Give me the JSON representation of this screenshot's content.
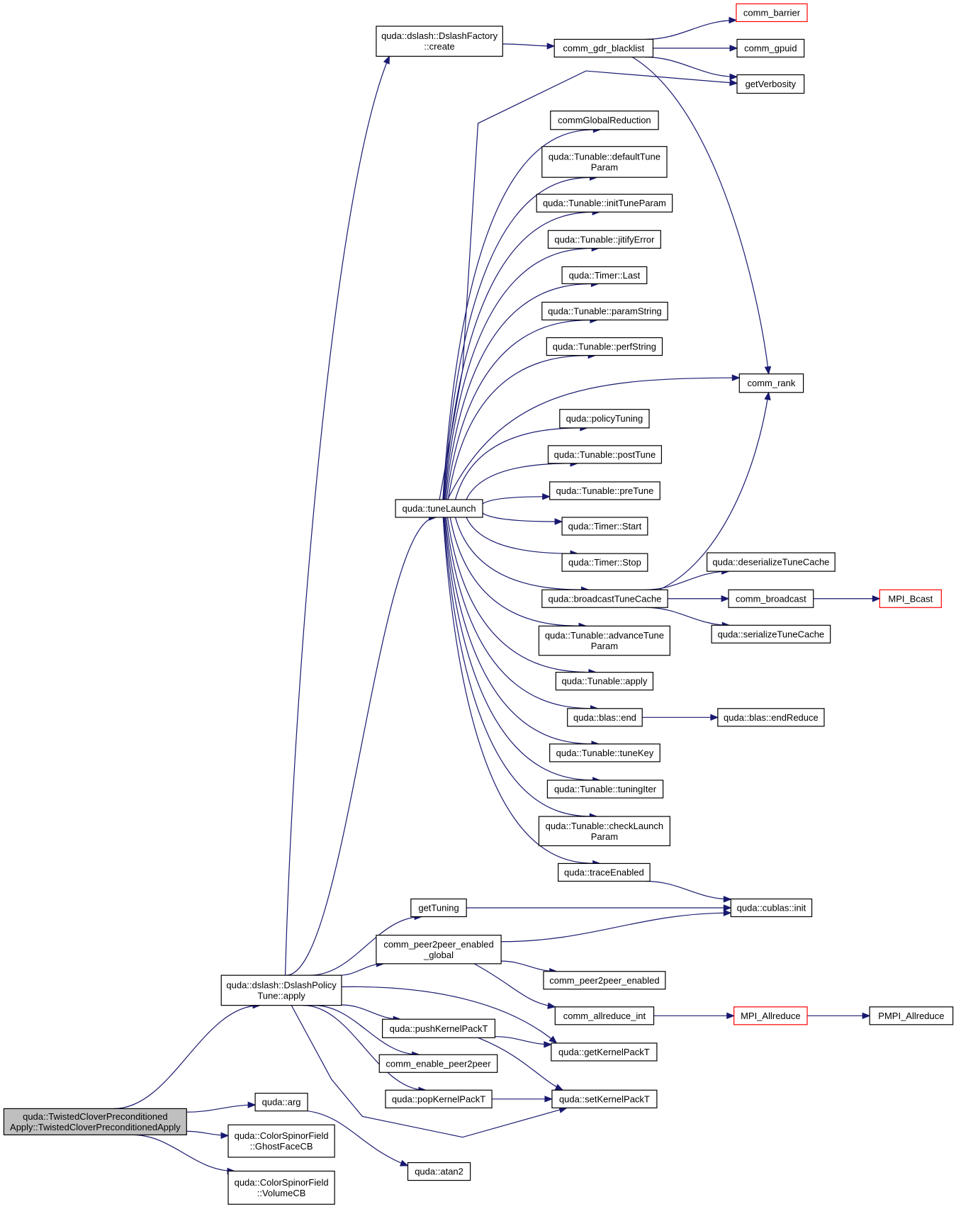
{
  "nodes": [
    {
      "id": "root",
      "lines": [
        "quda::TwistedCloverPreconditioned",
        "Apply::TwistedCloverPreconditionedApply"
      ],
      "style": "root"
    },
    {
      "id": "policy_apply",
      "lines": [
        "quda::dslash::DslashPolicy",
        "Tune::apply"
      ]
    },
    {
      "id": "arg",
      "lines": [
        "quda::arg"
      ]
    },
    {
      "id": "ghostface",
      "lines": [
        "quda::ColorSpinorField",
        "::GhostFaceCB"
      ]
    },
    {
      "id": "volumecb",
      "lines": [
        "quda::ColorSpinorField",
        "::VolumeCB"
      ]
    },
    {
      "id": "factory_create",
      "lines": [
        "quda::dslash::DslashFactory",
        "::create"
      ]
    },
    {
      "id": "tunelaunch",
      "lines": [
        "quda::tuneLaunch"
      ]
    },
    {
      "id": "gettuning",
      "lines": [
        "getTuning"
      ]
    },
    {
      "id": "p2p_global",
      "lines": [
        "comm_peer2peer_enabled",
        "_global"
      ]
    },
    {
      "id": "pushkernel",
      "lines": [
        "quda::pushKernelPackT"
      ]
    },
    {
      "id": "enable_p2p",
      "lines": [
        "comm_enable_peer2peer"
      ]
    },
    {
      "id": "popkernel",
      "lines": [
        "quda::popKernelPackT"
      ]
    },
    {
      "id": "atan2",
      "lines": [
        "quda::atan2"
      ]
    },
    {
      "id": "gdr_blacklist",
      "lines": [
        "comm_gdr_blacklist"
      ]
    },
    {
      "id": "comm_barrier",
      "lines": [
        "comm_barrier"
      ],
      "style": "red"
    },
    {
      "id": "comm_gpuid",
      "lines": [
        "comm_gpuid"
      ]
    },
    {
      "id": "getverbosity",
      "lines": [
        "getVerbosity"
      ]
    },
    {
      "id": "commglobalreduction",
      "lines": [
        "commGlobalReduction"
      ]
    },
    {
      "id": "defaulttune",
      "lines": [
        "quda::Tunable::defaultTune",
        "Param"
      ]
    },
    {
      "id": "inittune",
      "lines": [
        "quda::Tunable::initTuneParam"
      ]
    },
    {
      "id": "jitify",
      "lines": [
        "quda::Tunable::jitifyError"
      ]
    },
    {
      "id": "timer_last",
      "lines": [
        "quda::Timer::Last"
      ]
    },
    {
      "id": "paramstring",
      "lines": [
        "quda::Tunable::paramString"
      ]
    },
    {
      "id": "perfstring",
      "lines": [
        "quda::Tunable::perfString"
      ]
    },
    {
      "id": "comm_rank",
      "lines": [
        "comm_rank"
      ]
    },
    {
      "id": "policytuning",
      "lines": [
        "quda::policyTuning"
      ]
    },
    {
      "id": "posttune",
      "lines": [
        "quda::Tunable::postTune"
      ]
    },
    {
      "id": "pretune",
      "lines": [
        "quda::Tunable::preTune"
      ]
    },
    {
      "id": "timer_start",
      "lines": [
        "quda::Timer::Start"
      ]
    },
    {
      "id": "timer_stop",
      "lines": [
        "quda::Timer::Stop"
      ]
    },
    {
      "id": "broadcast",
      "lines": [
        "quda::broadcastTuneCache"
      ]
    },
    {
      "id": "deserialize",
      "lines": [
        "quda::deserializeTuneCache"
      ]
    },
    {
      "id": "comm_broadcast",
      "lines": [
        "comm_broadcast"
      ]
    },
    {
      "id": "mpi_bcast",
      "lines": [
        "MPI_Bcast"
      ],
      "style": "red"
    },
    {
      "id": "serialize",
      "lines": [
        "quda::serializeTuneCache"
      ]
    },
    {
      "id": "advancetune",
      "lines": [
        "quda::Tunable::advanceTune",
        "Param"
      ]
    },
    {
      "id": "tunable_apply",
      "lines": [
        "quda::Tunable::apply"
      ]
    },
    {
      "id": "blas_end",
      "lines": [
        "quda::blas::end"
      ]
    },
    {
      "id": "endreduce",
      "lines": [
        "quda::blas::endReduce"
      ]
    },
    {
      "id": "tunekey",
      "lines": [
        "quda::Tunable::tuneKey"
      ]
    },
    {
      "id": "tuningiter",
      "lines": [
        "quda::Tunable::tuningIter"
      ]
    },
    {
      "id": "checklaunch",
      "lines": [
        "quda::Tunable::checkLaunch",
        "Param"
      ]
    },
    {
      "id": "traceenabled",
      "lines": [
        "quda::traceEnabled"
      ]
    },
    {
      "id": "cublas_init",
      "lines": [
        "quda::cublas::init"
      ]
    },
    {
      "id": "p2p_enabled",
      "lines": [
        "comm_peer2peer_enabled"
      ]
    },
    {
      "id": "allreduce_int",
      "lines": [
        "comm_allreduce_int"
      ]
    },
    {
      "id": "mpi_allreduce",
      "lines": [
        "MPI_Allreduce"
      ],
      "style": "red"
    },
    {
      "id": "pmpi_allreduce",
      "lines": [
        "PMPI_Allreduce"
      ]
    },
    {
      "id": "getkernelpack",
      "lines": [
        "quda::getKernelPackT"
      ]
    },
    {
      "id": "setkernelpack",
      "lines": [
        "quda::setKernelPackT"
      ]
    }
  ],
  "edges": [
    [
      "root",
      "policy_apply"
    ],
    [
      "root",
      "arg"
    ],
    [
      "root",
      "ghostface"
    ],
    [
      "root",
      "volumecb"
    ],
    [
      "policy_apply",
      "factory_create"
    ],
    [
      "policy_apply",
      "tunelaunch"
    ],
    [
      "policy_apply",
      "gettuning"
    ],
    [
      "policy_apply",
      "p2p_global"
    ],
    [
      "policy_apply",
      "pushkernel"
    ],
    [
      "policy_apply",
      "enable_p2p"
    ],
    [
      "policy_apply",
      "popkernel"
    ],
    [
      "policy_apply",
      "getkernelpack"
    ],
    [
      "policy_apply",
      "setkernelpack"
    ],
    [
      "arg",
      "atan2"
    ],
    [
      "factory_create",
      "gdr_blacklist"
    ],
    [
      "gdr_blacklist",
      "comm_barrier"
    ],
    [
      "gdr_blacklist",
      "comm_gpuid"
    ],
    [
      "gdr_blacklist",
      "getverbosity"
    ],
    [
      "gdr_blacklist",
      "comm_rank"
    ],
    [
      "tunelaunch",
      "getverbosity"
    ],
    [
      "tunelaunch",
      "commglobalreduction"
    ],
    [
      "tunelaunch",
      "defaulttune"
    ],
    [
      "tunelaunch",
      "inittune"
    ],
    [
      "tunelaunch",
      "jitify"
    ],
    [
      "tunelaunch",
      "timer_last"
    ],
    [
      "tunelaunch",
      "paramstring"
    ],
    [
      "tunelaunch",
      "perfstring"
    ],
    [
      "tunelaunch",
      "comm_rank"
    ],
    [
      "tunelaunch",
      "policytuning"
    ],
    [
      "tunelaunch",
      "posttune"
    ],
    [
      "tunelaunch",
      "pretune"
    ],
    [
      "tunelaunch",
      "timer_start"
    ],
    [
      "tunelaunch",
      "timer_stop"
    ],
    [
      "tunelaunch",
      "broadcast"
    ],
    [
      "tunelaunch",
      "advancetune"
    ],
    [
      "tunelaunch",
      "tunable_apply"
    ],
    [
      "tunelaunch",
      "blas_end"
    ],
    [
      "tunelaunch",
      "tunekey"
    ],
    [
      "tunelaunch",
      "tuningiter"
    ],
    [
      "tunelaunch",
      "checklaunch"
    ],
    [
      "tunelaunch",
      "traceenabled"
    ],
    [
      "broadcast",
      "comm_rank"
    ],
    [
      "broadcast",
      "deserialize"
    ],
    [
      "broadcast",
      "comm_broadcast"
    ],
    [
      "broadcast",
      "serialize"
    ],
    [
      "comm_broadcast",
      "mpi_bcast"
    ],
    [
      "blas_end",
      "endreduce"
    ],
    [
      "traceenabled",
      "cublas_init"
    ],
    [
      "gettuning",
      "cublas_init"
    ],
    [
      "p2p_global",
      "cublas_init"
    ],
    [
      "p2p_global",
      "p2p_enabled"
    ],
    [
      "p2p_global",
      "allreduce_int"
    ],
    [
      "allreduce_int",
      "mpi_allreduce"
    ],
    [
      "mpi_allreduce",
      "pmpi_allreduce"
    ],
    [
      "pushkernel",
      "getkernelpack"
    ],
    [
      "pushkernel",
      "setkernelpack"
    ],
    [
      "popkernel",
      "setkernelpack"
    ]
  ]
}
